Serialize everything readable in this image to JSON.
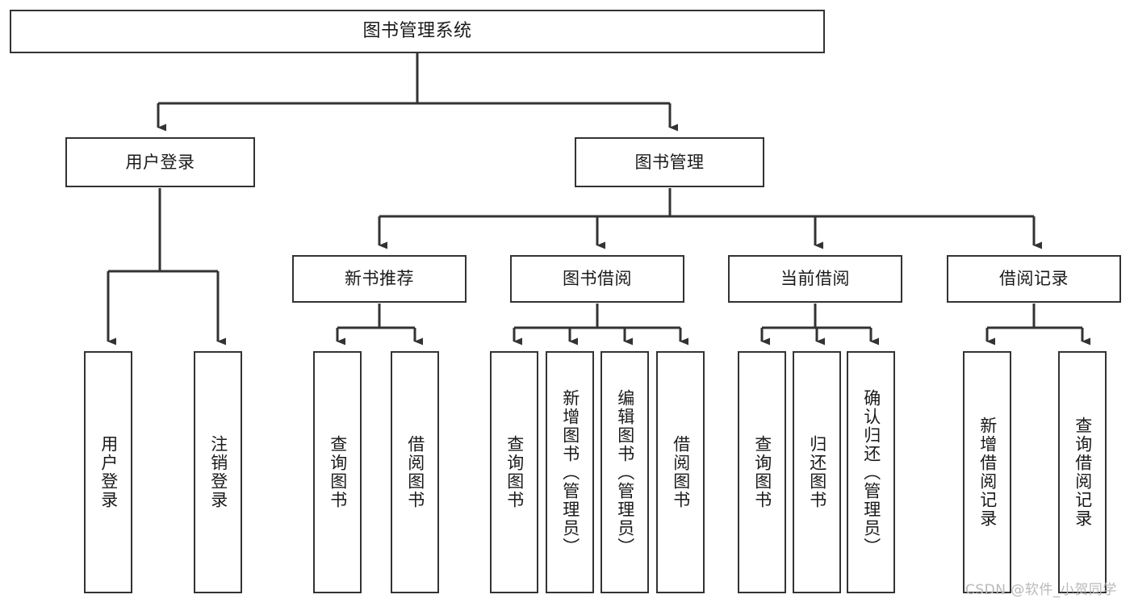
{
  "diagram": {
    "title": "图书管理系统",
    "type": "tree-hierarchy",
    "watermark": "CSDN @软件_小贺同学",
    "colors": {
      "box_border": "#333333",
      "box_fill": "#ffffff",
      "connector": "#333333",
      "text": "#1a1a1a",
      "watermark": "#b9b9b9",
      "background": "#ffffff"
    },
    "root": {
      "label": "图书管理系统"
    },
    "level2": [
      {
        "id": "user-login",
        "label": "用户登录"
      },
      {
        "id": "book-manage",
        "label": "图书管理"
      }
    ],
    "level3": [
      {
        "id": "new-book-recommend",
        "label": "新书推荐",
        "parent": "book-manage"
      },
      {
        "id": "book-borrow",
        "label": "图书借阅",
        "parent": "book-manage"
      },
      {
        "id": "current-borrow",
        "label": "当前借阅",
        "parent": "book-manage"
      },
      {
        "id": "borrow-record",
        "label": "借阅记录",
        "parent": "book-manage"
      }
    ],
    "leaves": [
      {
        "id": "leaf-user-login",
        "label": "用户登录",
        "parent": "user-login"
      },
      {
        "id": "leaf-logout-login",
        "label": "注销登录",
        "parent": "user-login"
      },
      {
        "id": "leaf-query-book-rec",
        "label": "查询图书",
        "parent": "new-book-recommend"
      },
      {
        "id": "leaf-borrow-book-rec",
        "label": "借阅图书",
        "parent": "new-book-recommend"
      },
      {
        "id": "leaf-query-book-borrow",
        "label": "查询图书",
        "parent": "book-borrow"
      },
      {
        "id": "leaf-add-book-admin",
        "label": "新增图书（管理员）",
        "parent": "book-borrow"
      },
      {
        "id": "leaf-edit-book-admin",
        "label": "编辑图书（管理员）",
        "parent": "book-borrow"
      },
      {
        "id": "leaf-borrow-book",
        "label": "借阅图书",
        "parent": "book-borrow"
      },
      {
        "id": "leaf-query-book-current",
        "label": "查询图书",
        "parent": "current-borrow"
      },
      {
        "id": "leaf-return-book",
        "label": "归还图书",
        "parent": "current-borrow"
      },
      {
        "id": "leaf-confirm-return-admin",
        "label": "确认归还（管理员）",
        "parent": "current-borrow"
      },
      {
        "id": "leaf-add-borrow-record",
        "label": "新增借阅记录",
        "parent": "borrow-record"
      },
      {
        "id": "leaf-query-borrow-record",
        "label": "查询借阅记录",
        "parent": "borrow-record"
      }
    ]
  }
}
